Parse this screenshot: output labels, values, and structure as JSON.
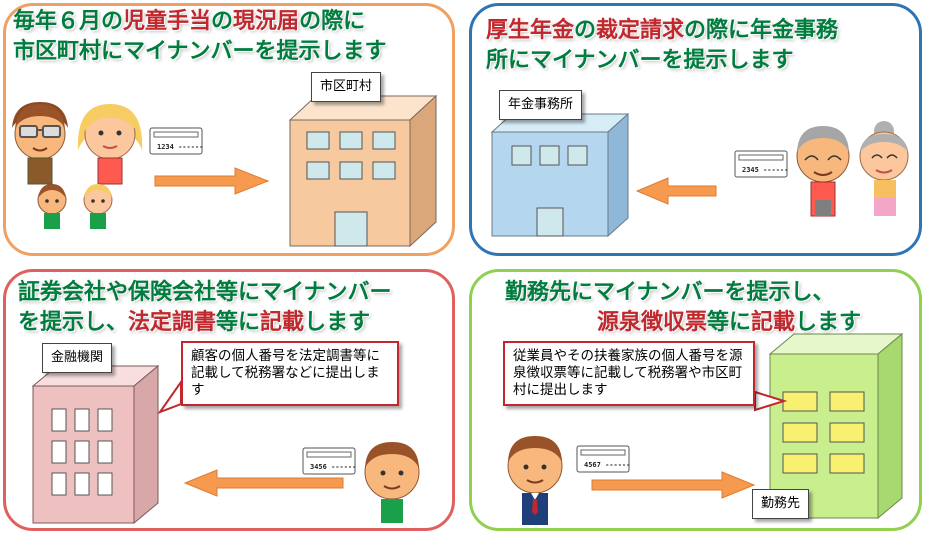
{
  "colors": {
    "orange": "#f0a060",
    "blue": "#2e75b6",
    "red": "#e06060",
    "green": "#92d050",
    "title_green": "#007d3e",
    "title_red": "#c0282d",
    "arrow": "#f59a4e"
  },
  "panels": [
    {
      "lines": [
        [
          {
            "t": "毎年６月の",
            "c": "green"
          },
          {
            "t": "児童手当",
            "c": "red"
          },
          {
            "t": "の",
            "c": "green"
          },
          {
            "t": "現況届",
            "c": "red"
          },
          {
            "t": "の際に",
            "c": "green"
          }
        ],
        [
          {
            "t": "市区町村にマイナンバーを提示します",
            "c": "green"
          }
        ]
      ],
      "building_label": "市区町村",
      "card_number": "1234 ------"
    },
    {
      "lines": [
        [
          {
            "t": "厚生年金",
            "c": "red"
          },
          {
            "t": "の",
            "c": "green"
          },
          {
            "t": "裁定請求",
            "c": "red"
          },
          {
            "t": "の際に年金事務",
            "c": "green"
          }
        ],
        [
          {
            "t": "所にマイナンバーを提示します",
            "c": "green"
          }
        ]
      ],
      "building_label": "年金事務所",
      "card_number": "2345 ------"
    },
    {
      "lines": [
        [
          {
            "t": "証券会社や保険会社等にマイナンバー",
            "c": "green"
          }
        ],
        [
          {
            "t": "を提示し、",
            "c": "green"
          },
          {
            "t": "法定調書",
            "c": "red"
          },
          {
            "t": "等に",
            "c": "green"
          },
          {
            "t": "記載",
            "c": "red"
          },
          {
            "t": "します",
            "c": "green"
          }
        ]
      ],
      "building_label": "金融機関",
      "card_number": "3456 ------",
      "note": "顧客の個人番号を法定調書等に記載して税務署などに提出します"
    },
    {
      "lines": [
        [
          {
            "t": "勤務先にマイナンバーを提示し、",
            "c": "green"
          }
        ],
        [
          {
            "t": "源泉徴収票",
            "c": "red"
          },
          {
            "t": "等に",
            "c": "green"
          },
          {
            "t": "記載",
            "c": "red"
          },
          {
            "t": "します",
            "c": "green"
          }
        ]
      ],
      "building_label": "勤務先",
      "card_number": "4567 ------",
      "note": "従業員やその扶養家族の個人番号を源泉徴収票等に記載して税務署や市区町村に提出します"
    }
  ]
}
